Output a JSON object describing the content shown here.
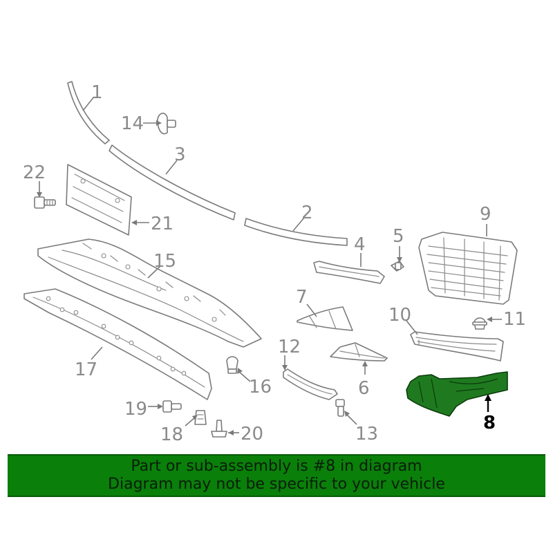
{
  "callouts": {
    "c1": "1",
    "c2": "2",
    "c3": "3",
    "c4": "4",
    "c5": "5",
    "c6": "6",
    "c7": "7",
    "c8": "8",
    "c9": "9",
    "c10": "10",
    "c11": "11",
    "c12": "12",
    "c13": "13",
    "c14": "14",
    "c15": "15",
    "c16": "16",
    "c17": "17",
    "c18": "18",
    "c19": "19",
    "c20": "20",
    "c21": "21",
    "c22": "22"
  },
  "highlighted_part": "8",
  "banner": {
    "line1": "Part or sub-assembly is #8 in diagram",
    "line2": "Diagram may not be specific to your vehicle"
  },
  "colors": {
    "banner_bg": "#0a7f0a",
    "highlight": "#1f7a1f",
    "line_art": "#7a7a7a"
  }
}
